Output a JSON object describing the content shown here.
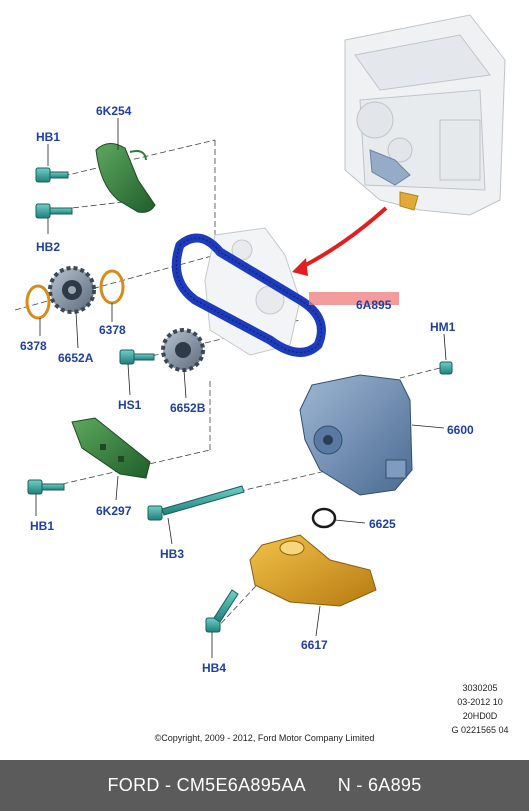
{
  "labels": {
    "p6k254": "6K254",
    "hb1_top": "HB1",
    "hb2": "HB2",
    "p6a895": "6A895",
    "p6378_left": "6378",
    "p6378_right": "6378",
    "p6652a": "6652A",
    "hs1": "HS1",
    "p6652b": "6652B",
    "hm1": "HM1",
    "p6600": "6600",
    "hb1_bottom": "HB1",
    "p6k297": "6K297",
    "p6625": "6625",
    "hb3": "HB3",
    "p6617": "6617",
    "hb4": "HB4"
  },
  "meta": {
    "line1": "3030205",
    "line2": "03-2012 10",
    "line3": "20HD0D",
    "line4": "G 0221565 04"
  },
  "copyright": "©Copyright, 2009 - 2012, Ford Motor Company Limited",
  "footer": {
    "brand_part": "FORD - CM5E6A895AA",
    "ref": "N - 6A895"
  },
  "colors": {
    "label_blue": "#1e3fa8",
    "belt_blue": "#1c3bbd",
    "guide_green": "#2f7d3a",
    "pump_blue": "#6f8fb5",
    "pan_orange": "#e0a020",
    "bolt_teal": "#2fa6a0",
    "ring_orange": "#d88a1a",
    "highlight_red": "#e02020",
    "footer_bg": "#5b5b5b"
  }
}
